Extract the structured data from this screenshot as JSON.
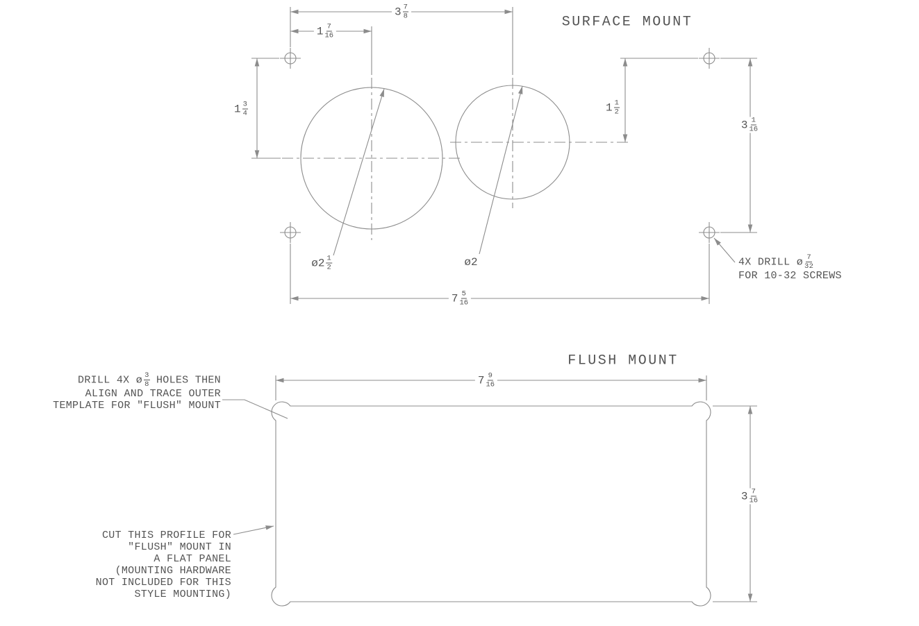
{
  "colors": {
    "line": "#8c8c8c",
    "text": "#545454",
    "background": "#ffffff"
  },
  "surface": {
    "title": "SURFACE MOUNT",
    "dim_top_width": {
      "whole": "3",
      "num": "7",
      "den": "8"
    },
    "dim_hole_to_circle": {
      "whole": "1",
      "num": "7",
      "den": "16"
    },
    "dim_left_vert": {
      "whole": "1",
      "num": "3",
      "den": "4"
    },
    "dim_mid_vert": {
      "whole": "1",
      "num": "1",
      "den": "2"
    },
    "dim_holes_vert": {
      "whole": "3",
      "num": "1",
      "den": "16"
    },
    "dim_holes_width": {
      "whole": "7",
      "num": "5",
      "den": "16"
    },
    "circle1_label": {
      "prefix": "ø2",
      "num": "1",
      "den": "2"
    },
    "circle2_label": {
      "prefix": "ø2"
    },
    "drill_note": {
      "line1_pre": "4X DRILL ø",
      "frac": {
        "num": "7",
        "den": "32"
      },
      "line2": "FOR 10-32 SCREWS"
    }
  },
  "flush": {
    "title": "FLUSH MOUNT",
    "dim_width": {
      "whole": "7",
      "num": "9",
      "den": "16"
    },
    "dim_height": {
      "whole": "3",
      "num": "7",
      "den": "16"
    },
    "drill_note": {
      "line1_pre": "DRILL 4X ø",
      "frac": {
        "num": "3",
        "den": "8"
      },
      "line1_post": " HOLES THEN",
      "line2": "ALIGN AND TRACE OUTER",
      "line3": "TEMPLATE FOR \"FLUSH\" MOUNT"
    },
    "cut_note": [
      "CUT THIS PROFILE FOR",
      "\"FLUSH\" MOUNT IN",
      "A FLAT PANEL",
      "(MOUNTING HARDWARE",
      "NOT INCLUDED FOR THIS",
      "STYLE MOUNTING)"
    ]
  }
}
